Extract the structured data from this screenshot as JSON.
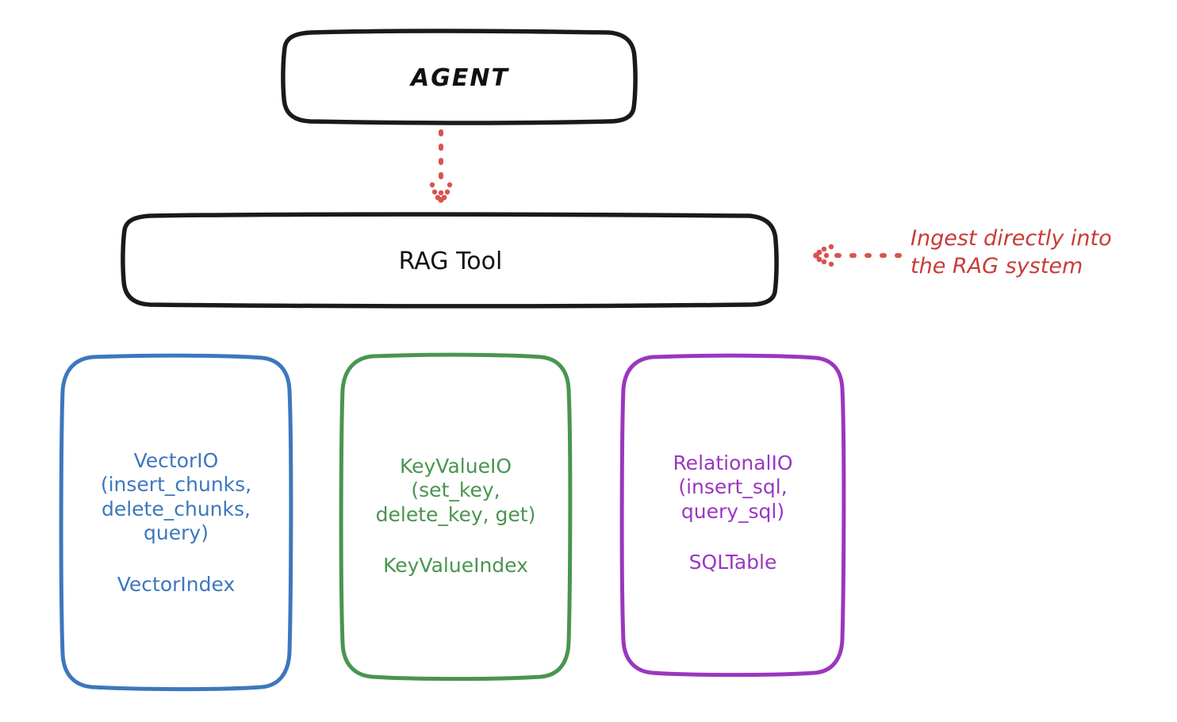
{
  "diagram": {
    "title": "RAG Tool architecture",
    "background": "#ffffff",
    "colors": {
      "stroke_black": "#1a1a1a",
      "blue": "#3d77bd",
      "green": "#49954f",
      "purple": "#9b36c0",
      "red": "#c93b38"
    }
  },
  "nodes": {
    "agent": {
      "label": "AGENT",
      "stroke": "#1a1a1a"
    },
    "rag_tool": {
      "label": "RAG Tool",
      "stroke": "#1a1a1a"
    },
    "vector_io": {
      "api_label": "VectorIO\n(insert_chunks,\ndelete_chunks,\nquery)",
      "index_label": "VectorIndex",
      "stroke": "#3d77bd"
    },
    "key_value_io": {
      "api_label": "KeyValueIO\n(set_key,\ndelete_key, get)",
      "index_label": "KeyValueIndex",
      "stroke": "#49954f"
    },
    "relational_io": {
      "api_label": "RelationalIO\n(insert_sql,\nquery_sql)",
      "index_label": "SQLTable",
      "stroke": "#9b36c0"
    }
  },
  "connectors": {
    "agent_to_rag": {
      "name": "agent-to-rag-arrow",
      "style": "dotted",
      "color": "#c93b38",
      "direction": "down"
    },
    "ingest_arrow": {
      "name": "ingest-arrow",
      "style": "dotted",
      "color": "#c93b38",
      "direction": "left"
    }
  },
  "annotations": {
    "ingest_note": "Ingest directly into\nthe RAG system"
  }
}
